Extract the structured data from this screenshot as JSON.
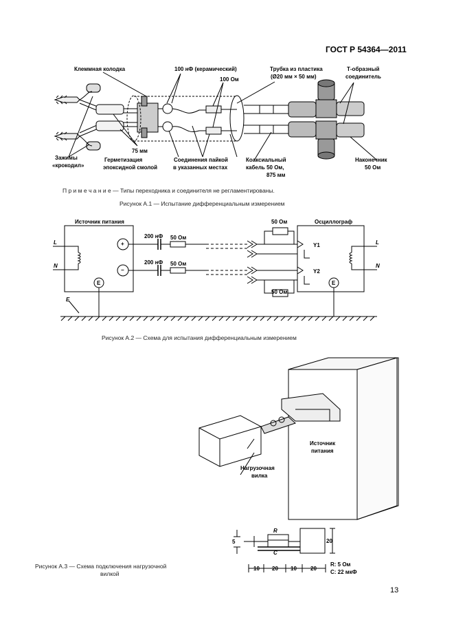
{
  "header": {
    "doc_id": "ГОСТ Р 54364—2011"
  },
  "fig1": {
    "labels": {
      "terminal": "Клеммная колодка",
      "cap100": "100 нФ (керамический)",
      "res100": "100 Ом",
      "tube": "Трубка из пластика",
      "tube_size": "(Ø20 мм × 50 мм)",
      "tee": "Т-образный",
      "tee2": "соединитель",
      "clips": "Зажимы",
      "clips2": "«крокодил»",
      "len75": "75 мм",
      "seal": "Герметизация",
      "seal2": "эпоксидной смолой",
      "solder": "Соединения пайкой",
      "solder2": "в указанных местах",
      "coax": "Коаксиальный",
      "coax2": "кабель 50 Ом,",
      "coax3": "875 мм",
      "tip": "Наконечник",
      "tip2": "50 Ом"
    },
    "note": "П р и м е ч а н и е — Типы переходника и соединителя не регламентированы.",
    "caption": "Рисунок А.1 — Испытание дифференциальным измерением"
  },
  "fig2": {
    "labels": {
      "source": "Источник питания",
      "scope": "Осциллограф",
      "cap1": "200 нФ",
      "cap2": "200 нФ",
      "r1": "50 Ом",
      "r2": "50 Ом",
      "r_top": "50 Ом",
      "r_bot": "50 Ом",
      "L": "L",
      "N": "N",
      "L2": "L",
      "N2": "N",
      "E": "E",
      "E_src": "E",
      "E_scope": "E",
      "plus": "+",
      "minus": "−",
      "y1": "Y1",
      "y2": "Y2"
    },
    "caption": "Рисунок А.2 — Схема для испытания дифференциальным измерением"
  },
  "fig3": {
    "labels": {
      "source": "Источник",
      "source2": "питания",
      "plug": "Нагрузочная",
      "plug2": "вилка",
      "R": "R",
      "C": "C",
      "rv": "R: 5 Ом",
      "cv": "C: 22 мкФ",
      "d5": "5",
      "d20v": "20",
      "dims": [
        "10",
        "20",
        "10",
        "20"
      ]
    },
    "caption1": "Рисунок А.3 — Схема подключения нагрузочной",
    "caption2": "вилкой"
  },
  "page_number": "13"
}
